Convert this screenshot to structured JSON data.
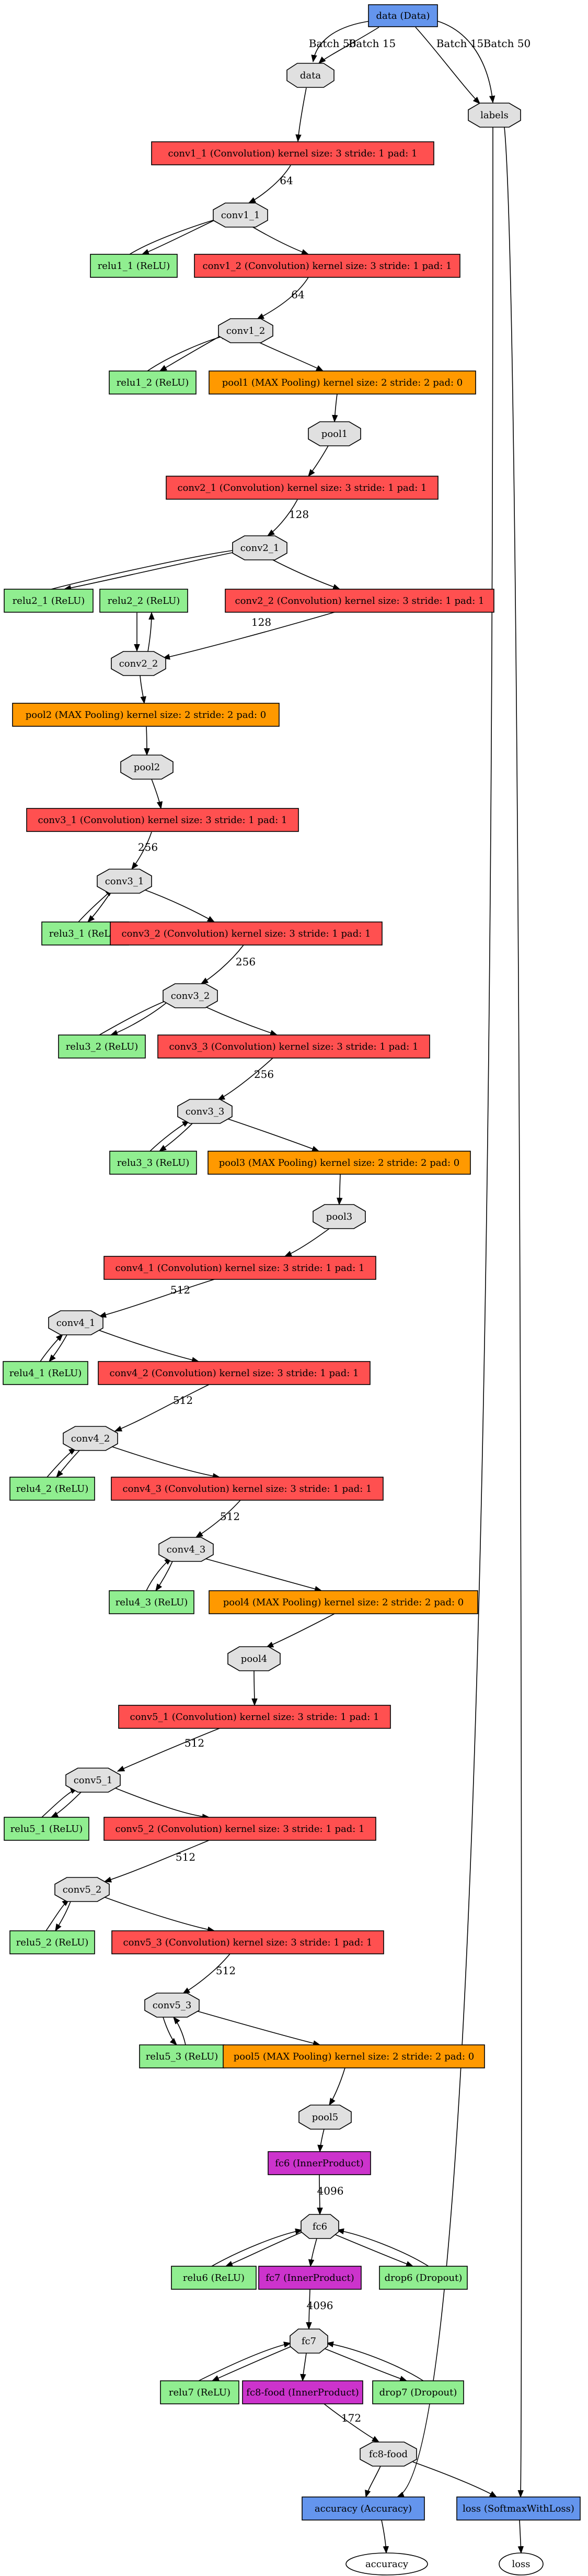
{
  "colors": {
    "data_layer": "#6495ed",
    "convolution": "#ff5050",
    "relu": "#90ee90",
    "pooling": "#ff9900",
    "inner_product": "#cc33cc",
    "dropout": "#90ee90",
    "loss": "#6495ed",
    "accuracy": "#6495ed",
    "blob": "#e0e0e0",
    "output_blob": "#ffffff"
  },
  "nodes": [
    {
      "id": "data_layer",
      "label": "data (Data)",
      "kind": "data_layer"
    },
    {
      "id": "data",
      "label": "data",
      "kind": "blob"
    },
    {
      "id": "labels",
      "label": "labels",
      "kind": "blob"
    },
    {
      "id": "conv1_1_l",
      "label": "conv1_1 (Convolution) kernel size: 3 stride: 1 pad: 1",
      "kind": "convolution"
    },
    {
      "id": "conv1_1",
      "label": "conv1_1",
      "kind": "blob"
    },
    {
      "id": "relu1_1",
      "label": "relu1_1 (ReLU)",
      "kind": "relu"
    },
    {
      "id": "conv1_2_l",
      "label": "conv1_2 (Convolution) kernel size: 3 stride: 1 pad: 1",
      "kind": "convolution"
    },
    {
      "id": "conv1_2",
      "label": "conv1_2",
      "kind": "blob"
    },
    {
      "id": "relu1_2",
      "label": "relu1_2 (ReLU)",
      "kind": "relu"
    },
    {
      "id": "pool1_l",
      "label": "pool1 (MAX Pooling) kernel size: 2 stride: 2 pad: 0",
      "kind": "pooling"
    },
    {
      "id": "pool1",
      "label": "pool1",
      "kind": "blob"
    },
    {
      "id": "conv2_1_l",
      "label": "conv2_1 (Convolution) kernel size: 3 stride: 1 pad: 1",
      "kind": "convolution"
    },
    {
      "id": "conv2_1",
      "label": "conv2_1",
      "kind": "blob"
    },
    {
      "id": "relu2_1",
      "label": "relu2_1 (ReLU)",
      "kind": "relu"
    },
    {
      "id": "relu2_2",
      "label": "relu2_2 (ReLU)",
      "kind": "relu"
    },
    {
      "id": "conv2_2_l",
      "label": "conv2_2 (Convolution) kernel size: 3 stride: 1 pad: 1",
      "kind": "convolution"
    },
    {
      "id": "conv2_2",
      "label": "conv2_2",
      "kind": "blob"
    },
    {
      "id": "pool2_l",
      "label": "pool2 (MAX Pooling) kernel size: 2 stride: 2 pad: 0",
      "kind": "pooling"
    },
    {
      "id": "pool2",
      "label": "pool2",
      "kind": "blob"
    },
    {
      "id": "conv3_1_l",
      "label": "conv3_1 (Convolution) kernel size: 3 stride: 1 pad: 1",
      "kind": "convolution"
    },
    {
      "id": "conv3_1",
      "label": "conv3_1",
      "kind": "blob"
    },
    {
      "id": "relu3_1",
      "label": "relu3_1 (ReLU)",
      "kind": "relu"
    },
    {
      "id": "conv3_2_l",
      "label": "conv3_2 (Convolution) kernel size: 3 stride: 1 pad: 1",
      "kind": "convolution"
    },
    {
      "id": "conv3_2",
      "label": "conv3_2",
      "kind": "blob"
    },
    {
      "id": "relu3_2",
      "label": "relu3_2 (ReLU)",
      "kind": "relu"
    },
    {
      "id": "conv3_3_l",
      "label": "conv3_3 (Convolution) kernel size: 3 stride: 1 pad: 1",
      "kind": "convolution"
    },
    {
      "id": "conv3_3",
      "label": "conv3_3",
      "kind": "blob"
    },
    {
      "id": "relu3_3",
      "label": "relu3_3 (ReLU)",
      "kind": "relu"
    },
    {
      "id": "pool3_l",
      "label": "pool3 (MAX Pooling) kernel size: 2 stride: 2 pad: 0",
      "kind": "pooling"
    },
    {
      "id": "pool3",
      "label": "pool3",
      "kind": "blob"
    },
    {
      "id": "conv4_1_l",
      "label": "conv4_1 (Convolution) kernel size: 3 stride: 1 pad: 1",
      "kind": "convolution"
    },
    {
      "id": "conv4_1",
      "label": "conv4_1",
      "kind": "blob"
    },
    {
      "id": "relu4_1",
      "label": "relu4_1 (ReLU)",
      "kind": "relu"
    },
    {
      "id": "conv4_2_l",
      "label": "conv4_2 (Convolution) kernel size: 3 stride: 1 pad: 1",
      "kind": "convolution"
    },
    {
      "id": "conv4_2",
      "label": "conv4_2",
      "kind": "blob"
    },
    {
      "id": "relu4_2",
      "label": "relu4_2 (ReLU)",
      "kind": "relu"
    },
    {
      "id": "conv4_3_l",
      "label": "conv4_3 (Convolution) kernel size: 3 stride: 1 pad: 1",
      "kind": "convolution"
    },
    {
      "id": "conv4_3",
      "label": "conv4_3",
      "kind": "blob"
    },
    {
      "id": "relu4_3",
      "label": "relu4_3 (ReLU)",
      "kind": "relu"
    },
    {
      "id": "pool4_l",
      "label": "pool4 (MAX Pooling) kernel size: 2 stride: 2 pad: 0",
      "kind": "pooling"
    },
    {
      "id": "pool4",
      "label": "pool4",
      "kind": "blob"
    },
    {
      "id": "conv5_1_l",
      "label": "conv5_1 (Convolution) kernel size: 3 stride: 1 pad: 1",
      "kind": "convolution"
    },
    {
      "id": "conv5_1",
      "label": "conv5_1",
      "kind": "blob"
    },
    {
      "id": "relu5_1",
      "label": "relu5_1 (ReLU)",
      "kind": "relu"
    },
    {
      "id": "conv5_2_l",
      "label": "conv5_2 (Convolution) kernel size: 3 stride: 1 pad: 1",
      "kind": "convolution"
    },
    {
      "id": "conv5_2",
      "label": "conv5_2",
      "kind": "blob"
    },
    {
      "id": "relu5_2",
      "label": "relu5_2 (ReLU)",
      "kind": "relu"
    },
    {
      "id": "conv5_3_l",
      "label": "conv5_3 (Convolution) kernel size: 3 stride: 1 pad: 1",
      "kind": "convolution"
    },
    {
      "id": "conv5_3",
      "label": "conv5_3",
      "kind": "blob"
    },
    {
      "id": "relu5_3",
      "label": "relu5_3 (ReLU)",
      "kind": "relu"
    },
    {
      "id": "pool5_l",
      "label": "pool5 (MAX Pooling) kernel size: 2 stride: 2 pad: 0",
      "kind": "pooling"
    },
    {
      "id": "pool5",
      "label": "pool5",
      "kind": "blob"
    },
    {
      "id": "fc6_l",
      "label": "fc6 (InnerProduct)",
      "kind": "inner_product"
    },
    {
      "id": "fc6",
      "label": "fc6",
      "kind": "blob"
    },
    {
      "id": "relu6",
      "label": "relu6 (ReLU)",
      "kind": "relu"
    },
    {
      "id": "fc7_l",
      "label": "fc7 (InnerProduct)",
      "kind": "inner_product"
    },
    {
      "id": "drop6",
      "label": "drop6 (Dropout)",
      "kind": "dropout"
    },
    {
      "id": "fc7",
      "label": "fc7",
      "kind": "blob"
    },
    {
      "id": "relu7",
      "label": "relu7 (ReLU)",
      "kind": "relu"
    },
    {
      "id": "fc8_l",
      "label": "fc8-food (InnerProduct)",
      "kind": "inner_product"
    },
    {
      "id": "drop7",
      "label": "drop7 (Dropout)",
      "kind": "dropout"
    },
    {
      "id": "fc8",
      "label": "fc8-food",
      "kind": "blob"
    },
    {
      "id": "accuracy_l",
      "label": "accuracy (Accuracy)",
      "kind": "accuracy"
    },
    {
      "id": "loss_l",
      "label": "loss (SoftmaxWithLoss)",
      "kind": "loss"
    },
    {
      "id": "accuracy",
      "label": "accuracy",
      "kind": "output_blob"
    },
    {
      "id": "loss",
      "label": "loss",
      "kind": "output_blob"
    }
  ],
  "edges": [
    {
      "from": "data_layer",
      "to": "data",
      "label": "Batch 50"
    },
    {
      "from": "data_layer",
      "to": "data",
      "label": "Batch 15"
    },
    {
      "from": "data_layer",
      "to": "labels",
      "label": "Batch 15"
    },
    {
      "from": "data_layer",
      "to": "labels",
      "label": "Batch 50"
    },
    {
      "from": "data",
      "to": "conv1_1_l",
      "label": ""
    },
    {
      "from": "conv1_1_l",
      "to": "conv1_1",
      "label": "64"
    },
    {
      "from": "conv1_1",
      "to": "relu1_1",
      "label": ""
    },
    {
      "from": "relu1_1",
      "to": "conv1_1",
      "label": ""
    },
    {
      "from": "conv1_1",
      "to": "conv1_2_l",
      "label": ""
    },
    {
      "from": "conv1_2_l",
      "to": "conv1_2",
      "label": "64"
    },
    {
      "from": "conv1_2",
      "to": "relu1_2",
      "label": ""
    },
    {
      "from": "relu1_2",
      "to": "conv1_2",
      "label": ""
    },
    {
      "from": "conv1_2",
      "to": "pool1_l",
      "label": ""
    },
    {
      "from": "pool1_l",
      "to": "pool1",
      "label": ""
    },
    {
      "from": "pool1",
      "to": "conv2_1_l",
      "label": ""
    },
    {
      "from": "conv2_1_l",
      "to": "conv2_1",
      "label": "128"
    },
    {
      "from": "conv2_1",
      "to": "relu2_1",
      "label": ""
    },
    {
      "from": "relu2_1",
      "to": "conv2_1",
      "label": ""
    },
    {
      "from": "conv2_1",
      "to": "conv2_2_l",
      "label": ""
    },
    {
      "from": "conv2_2_l",
      "to": "conv2_2",
      "label": "128"
    },
    {
      "from": "conv2_2",
      "to": "relu2_2",
      "label": ""
    },
    {
      "from": "relu2_2",
      "to": "conv2_2",
      "label": ""
    },
    {
      "from": "conv2_2",
      "to": "pool2_l",
      "label": ""
    },
    {
      "from": "pool2_l",
      "to": "pool2",
      "label": ""
    },
    {
      "from": "pool2",
      "to": "conv3_1_l",
      "label": ""
    },
    {
      "from": "conv3_1_l",
      "to": "conv3_1",
      "label": "256"
    },
    {
      "from": "conv3_1",
      "to": "relu3_1",
      "label": ""
    },
    {
      "from": "relu3_1",
      "to": "conv3_1",
      "label": ""
    },
    {
      "from": "conv3_1",
      "to": "conv3_2_l",
      "label": ""
    },
    {
      "from": "conv3_2_l",
      "to": "conv3_2",
      "label": "256"
    },
    {
      "from": "conv3_2",
      "to": "relu3_2",
      "label": ""
    },
    {
      "from": "relu3_2",
      "to": "conv3_2",
      "label": ""
    },
    {
      "from": "conv3_2",
      "to": "conv3_3_l",
      "label": ""
    },
    {
      "from": "conv3_3_l",
      "to": "conv3_3",
      "label": "256"
    },
    {
      "from": "conv3_3",
      "to": "relu3_3",
      "label": ""
    },
    {
      "from": "relu3_3",
      "to": "conv3_3",
      "label": ""
    },
    {
      "from": "conv3_3",
      "to": "pool3_l",
      "label": ""
    },
    {
      "from": "pool3_l",
      "to": "pool3",
      "label": ""
    },
    {
      "from": "pool3",
      "to": "conv4_1_l",
      "label": ""
    },
    {
      "from": "conv4_1_l",
      "to": "conv4_1",
      "label": "512"
    },
    {
      "from": "conv4_1",
      "to": "relu4_1",
      "label": ""
    },
    {
      "from": "relu4_1",
      "to": "conv4_1",
      "label": ""
    },
    {
      "from": "conv4_1",
      "to": "conv4_2_l",
      "label": ""
    },
    {
      "from": "conv4_2_l",
      "to": "conv4_2",
      "label": "512"
    },
    {
      "from": "conv4_2",
      "to": "relu4_2",
      "label": ""
    },
    {
      "from": "relu4_2",
      "to": "conv4_2",
      "label": ""
    },
    {
      "from": "conv4_2",
      "to": "conv4_3_l",
      "label": ""
    },
    {
      "from": "conv4_3_l",
      "to": "conv4_3",
      "label": "512"
    },
    {
      "from": "conv4_3",
      "to": "relu4_3",
      "label": ""
    },
    {
      "from": "relu4_3",
      "to": "conv4_3",
      "label": ""
    },
    {
      "from": "conv4_3",
      "to": "pool4_l",
      "label": ""
    },
    {
      "from": "pool4_l",
      "to": "pool4",
      "label": ""
    },
    {
      "from": "pool4",
      "to": "conv5_1_l",
      "label": ""
    },
    {
      "from": "conv5_1_l",
      "to": "conv5_1",
      "label": "512"
    },
    {
      "from": "conv5_1",
      "to": "relu5_1",
      "label": ""
    },
    {
      "from": "relu5_1",
      "to": "conv5_1",
      "label": ""
    },
    {
      "from": "conv5_1",
      "to": "conv5_2_l",
      "label": ""
    },
    {
      "from": "conv5_2_l",
      "to": "conv5_2",
      "label": "512"
    },
    {
      "from": "conv5_2",
      "to": "relu5_2",
      "label": ""
    },
    {
      "from": "relu5_2",
      "to": "conv5_2",
      "label": ""
    },
    {
      "from": "conv5_2",
      "to": "conv5_3_l",
      "label": ""
    },
    {
      "from": "conv5_3_l",
      "to": "conv5_3",
      "label": "512"
    },
    {
      "from": "conv5_3",
      "to": "relu5_3",
      "label": ""
    },
    {
      "from": "relu5_3",
      "to": "conv5_3",
      "label": ""
    },
    {
      "from": "conv5_3",
      "to": "pool5_l",
      "label": ""
    },
    {
      "from": "pool5_l",
      "to": "pool5",
      "label": ""
    },
    {
      "from": "pool5",
      "to": "fc6_l",
      "label": ""
    },
    {
      "from": "fc6_l",
      "to": "fc6",
      "label": "4096"
    },
    {
      "from": "fc6",
      "to": "relu6",
      "label": ""
    },
    {
      "from": "relu6",
      "to": "fc6",
      "label": ""
    },
    {
      "from": "fc6",
      "to": "fc7_l",
      "label": ""
    },
    {
      "from": "fc6",
      "to": "drop6",
      "label": ""
    },
    {
      "from": "drop6",
      "to": "fc6",
      "label": ""
    },
    {
      "from": "fc7_l",
      "to": "fc7",
      "label": "4096"
    },
    {
      "from": "fc7",
      "to": "relu7",
      "label": ""
    },
    {
      "from": "relu7",
      "to": "fc7",
      "label": ""
    },
    {
      "from": "fc7",
      "to": "fc8_l",
      "label": ""
    },
    {
      "from": "fc7",
      "to": "drop7",
      "label": ""
    },
    {
      "from": "drop7",
      "to": "fc7",
      "label": ""
    },
    {
      "from": "fc8_l",
      "to": "fc8",
      "label": "172"
    },
    {
      "from": "fc8",
      "to": "accuracy_l",
      "label": ""
    },
    {
      "from": "fc8",
      "to": "loss_l",
      "label": ""
    },
    {
      "from": "labels",
      "to": "accuracy_l",
      "label": ""
    },
    {
      "from": "labels",
      "to": "loss_l",
      "label": ""
    },
    {
      "from": "accuracy_l",
      "to": "accuracy",
      "label": ""
    },
    {
      "from": "loss_l",
      "to": "loss",
      "label": ""
    }
  ]
}
